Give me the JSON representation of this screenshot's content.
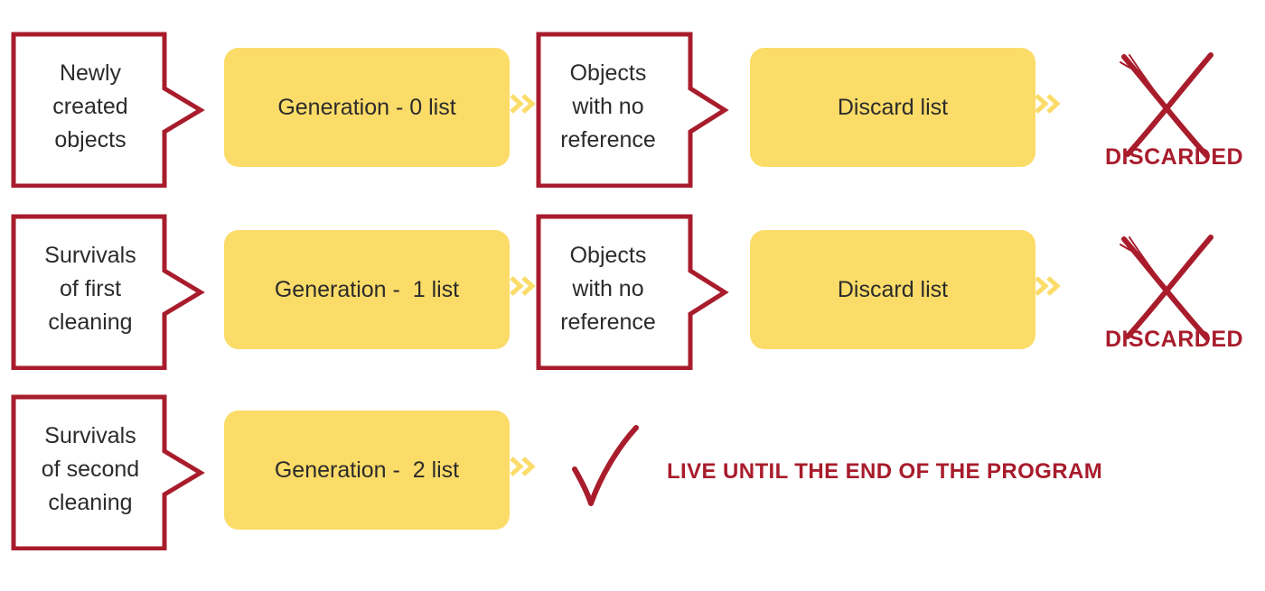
{
  "colors": {
    "accent": "#a81c2c",
    "box_fill": "#fcdc68",
    "chevron": "#fcdc68",
    "text": "#2b2b2b"
  },
  "rows": [
    {
      "source": "Newly\ncreated\nobjects",
      "generation": "Generation - 0 list",
      "condition": "Objects\nwith no\nreference",
      "discard": "Discard list",
      "outcome": "DISCARDED"
    },
    {
      "source": "Survivals\nof first\ncleaning",
      "generation": "Generation -  1 list",
      "condition": "Objects\nwith no\nreference",
      "discard": "Discard list",
      "outcome": "DISCARDED"
    },
    {
      "source": "Survivals\nof second\ncleaning",
      "generation": "Generation -  2 list",
      "outcome": "LIVE UNTIL THE END OF THE PROGRAM"
    }
  ],
  "icons": {
    "discarded": "cross-icon",
    "survives": "checkmark-icon",
    "flow": "double-chevron-icon"
  }
}
